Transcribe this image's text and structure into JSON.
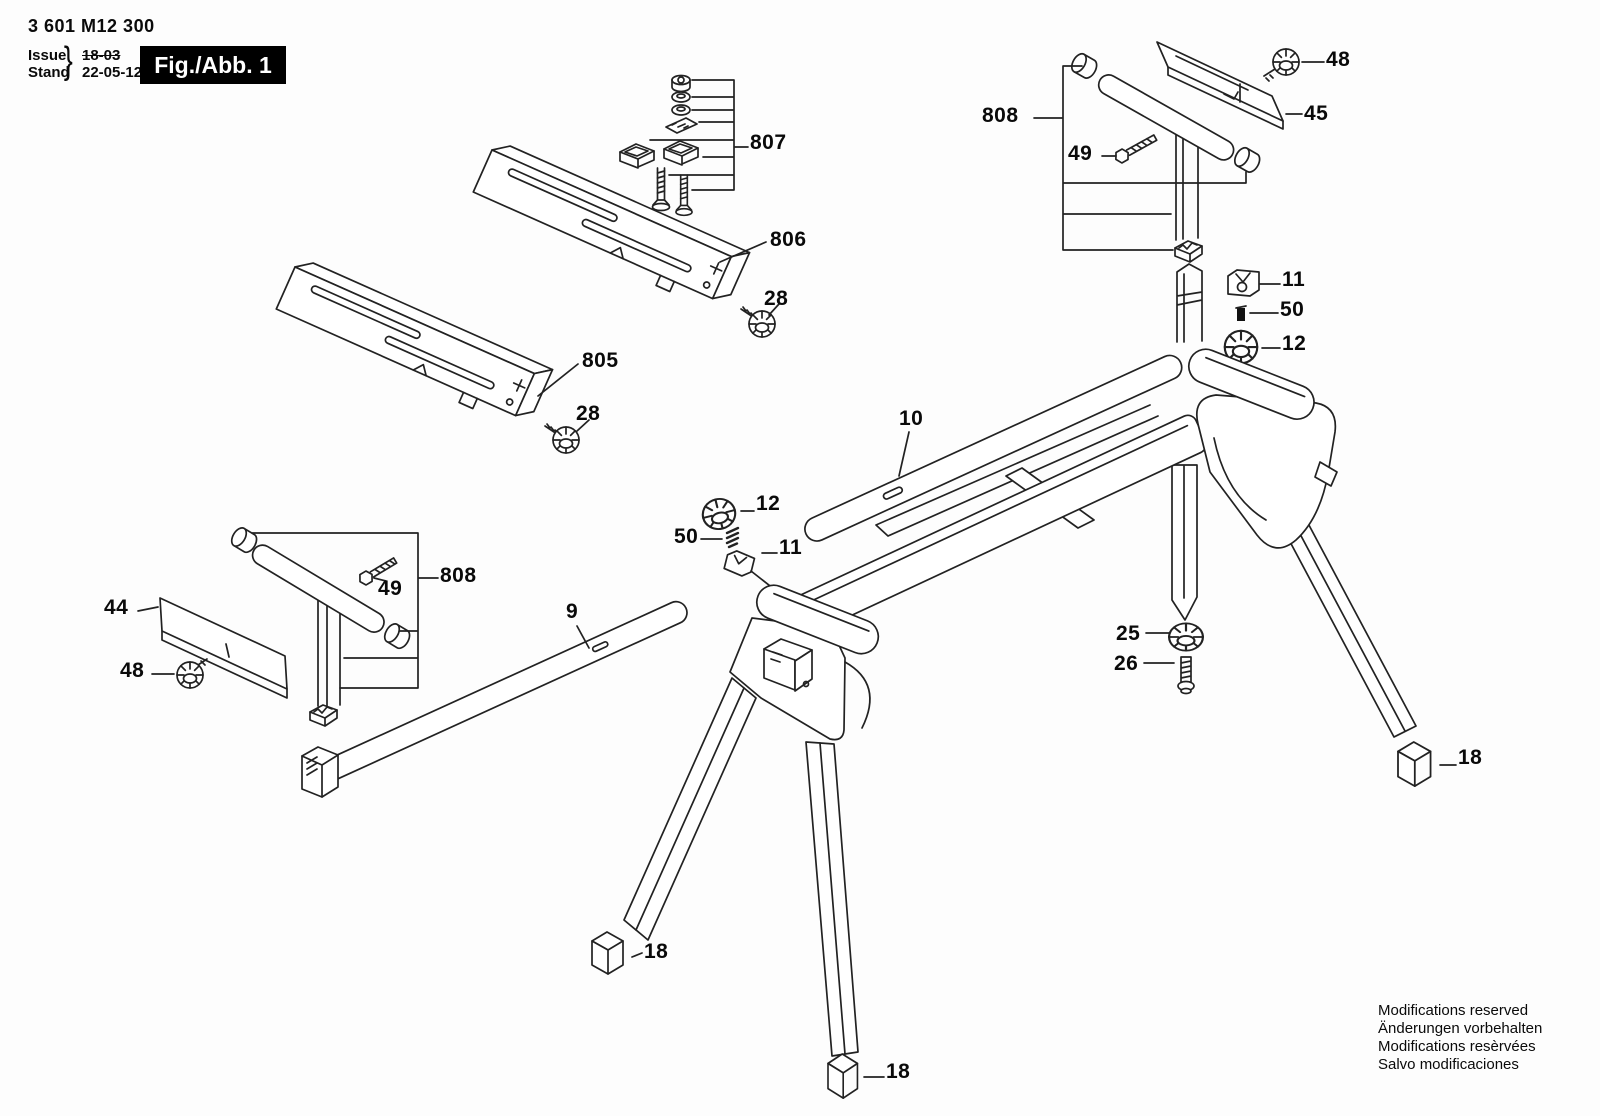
{
  "header": {
    "part_number": "3 601 M12 300",
    "issue_label": "Issue",
    "issue_value": "18-03",
    "stand_label": "Stand",
    "stand_value": "22-05-12",
    "brace": "}",
    "figure_title": "Fig./Abb. 1"
  },
  "callouts": [
    {
      "label": "807"
    },
    {
      "label": "806"
    },
    {
      "label": "28"
    },
    {
      "label": "805"
    },
    {
      "label": "28"
    },
    {
      "label": "10"
    },
    {
      "label": "9"
    },
    {
      "label": "12"
    },
    {
      "label": "50"
    },
    {
      "label": "11"
    },
    {
      "label": "808"
    },
    {
      "label": "48"
    },
    {
      "label": "45"
    },
    {
      "label": "49"
    },
    {
      "label": "11"
    },
    {
      "label": "50"
    },
    {
      "label": "12"
    },
    {
      "label": "25"
    },
    {
      "label": "26"
    },
    {
      "label": "44"
    },
    {
      "label": "48"
    },
    {
      "label": "49"
    },
    {
      "label": "808"
    },
    {
      "label": "18"
    },
    {
      "label": "18"
    },
    {
      "label": "18"
    }
  ],
  "footer": {
    "lines": [
      "Modifications reserved",
      "Änderungen vorbehalten",
      "Modifications resèrvées",
      "Salvo modificaciones"
    ]
  }
}
